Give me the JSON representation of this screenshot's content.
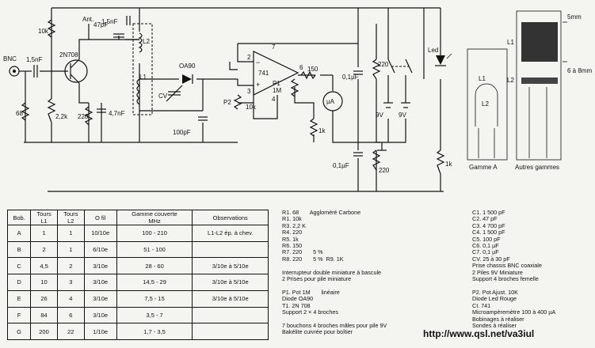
{
  "schematic": {
    "connector": "BNC",
    "labels": {
      "r1": "68",
      "r2": "10k",
      "r3": "2,2k",
      "r4": "220",
      "r5": "1k",
      "r6": "150",
      "r7": "220",
      "r8": "220",
      "c1": "1,5nF",
      "c2": "47pF",
      "c3": "4,7nF",
      "c4": "1,5nF",
      "c5": "100pF",
      "c6": "0,1µF",
      "c7": "0,1µF",
      "cv": "CV",
      "transistor": "2N708",
      "diode": "OA90",
      "opamp": "741",
      "antenna": "Ant.",
      "l1": "L1",
      "l2": "L2",
      "p1": "P1",
      "p1_value": "1M",
      "p2": "P2",
      "p2_value": "10k",
      "meter": "µA",
      "battery1": "9V",
      "battery2": "9V",
      "led": "Led",
      "pin2": "2",
      "pin3": "3",
      "pin4": "4",
      "pin6": "6",
      "pin7": "7",
      "minus": "−",
      "plus": "+"
    }
  },
  "coils": {
    "gamme_a": {
      "label": "Gamme A",
      "l1": "L1",
      "l2": "L2"
    },
    "autres": {
      "label": "Autres gammes",
      "l1": "L1",
      "l2": "L2",
      "dim1": "5mm",
      "dim2": "6 à 8mm"
    }
  },
  "table": {
    "headers": [
      [
        "Bob."
      ],
      [
        "Tours",
        "L1"
      ],
      [
        "Tours",
        "L2"
      ],
      [
        "O fil"
      ],
      [
        "Gamme couverte",
        "MHz"
      ],
      [
        "Observations"
      ]
    ],
    "rows": [
      [
        "A",
        "1",
        "1",
        "10/10e",
        "100 - 210",
        "L1-L2 ép. à chev."
      ],
      [
        "B",
        "2",
        "1",
        "6/10e",
        "51 - 100",
        ""
      ],
      [
        "C",
        "4,5",
        "2",
        "3/10e",
        "28 - 60",
        "3/10e à 5/10e"
      ],
      [
        "D",
        "10",
        "3",
        "3/10e",
        "14,5 - 29",
        "3/10e à 5/10e"
      ],
      [
        "E",
        "26",
        "4",
        "3/10e",
        "7,5 - 15",
        "3/10e à 5/10e"
      ],
      [
        "F",
        "84",
        "6",
        "3/10e",
        "3,5 - 7",
        ""
      ],
      [
        "G",
        "200",
        "22",
        "1/10e",
        "1,7 - 3,5",
        ""
      ]
    ]
  },
  "components_left": "R1. 68       Aggloméré Carbone\nR1. 10k\nR3. 2,2 K\nR4. 220\nR5. 1k\nR6. 150\nR7. 220       5 %\nR8. 220       5 %  R9. 1K\n\nInterrupteur double miniature à bascule\n2 Prises pour pile miniature\n\nP1. Pot 1M       linéaire\nDiode OA90\nT1. 2N 708\nSupport 2 × 4 broches\n\n7 bouchons 4 broches mâles pour pile 9V\nBakélite cuivrée pour boîtier",
  "components_right": "C1. 1 500 pF\nC2. 47 pF\nC3. 4 700 pF\nC4. 1 500 pF\nC5. 100 pF\nC6. 0,1 µF\nC7. 0,1 µF\nCV. 25 à 30 pF\nPrise chassis BNC coaxiale\n2 Piles 9V Miniature\nSupport 4 broches femelle\n\nP2. Pot Ajust. 10K\nDiode Led Rouge\nCI. 741\nMicroampèremètre 100 à 400 µA\nBobinages à réaliser\nSondes à réaliser",
  "footer_url": "http://www.qsl.net/va3iul"
}
